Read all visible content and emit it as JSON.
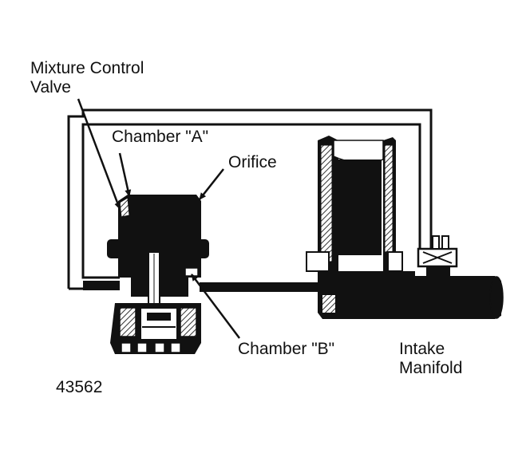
{
  "labels": {
    "mixture_control_valve_line1": "Mixture Control",
    "mixture_control_valve_line2": "Valve",
    "chamber_a": "Chamber \"A\"",
    "orifice": "Orifice",
    "chamber_b": "Chamber \"B\"",
    "intake_manifold_line1": "Intake",
    "intake_manifold_line2": "Manifold",
    "figure_number": "43562"
  },
  "colors": {
    "ink": "#111111",
    "paper": "#ffffff",
    "hatch": "#555555"
  }
}
